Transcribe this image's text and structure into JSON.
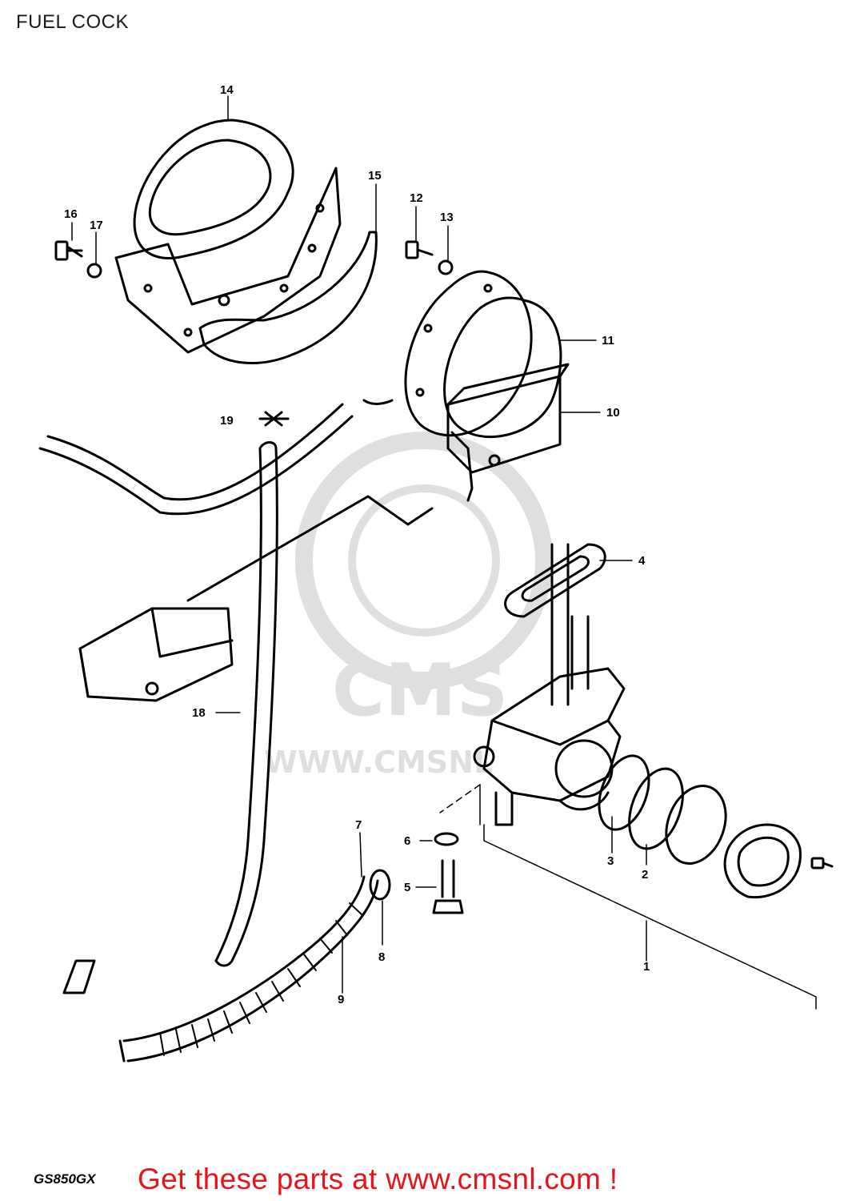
{
  "header": {
    "title": "FUEL COCK"
  },
  "callouts": [
    {
      "id": "c14",
      "label": "14"
    },
    {
      "id": "c15",
      "label": "15"
    },
    {
      "id": "c16",
      "label": "16"
    },
    {
      "id": "c17",
      "label": "17"
    },
    {
      "id": "c12",
      "label": "12"
    },
    {
      "id": "c13",
      "label": "13"
    },
    {
      "id": "c11",
      "label": "11"
    },
    {
      "id": "c10",
      "label": "10"
    },
    {
      "id": "c19",
      "label": "19"
    },
    {
      "id": "c4",
      "label": "4"
    },
    {
      "id": "c18",
      "label": "18"
    },
    {
      "id": "c7",
      "label": "7"
    },
    {
      "id": "c6",
      "label": "6"
    },
    {
      "id": "c5",
      "label": "5"
    },
    {
      "id": "c8",
      "label": "8"
    },
    {
      "id": "c9",
      "label": "9"
    },
    {
      "id": "c3",
      "label": "3"
    },
    {
      "id": "c2",
      "label": "2"
    },
    {
      "id": "c1",
      "label": "1"
    }
  ],
  "watermark": {
    "brand": "CMS",
    "url": "WWW.CMSNL"
  },
  "footer": {
    "model_code": "GS850GX",
    "promo_text": "Get these parts at www.cmsnl.com !",
    "promo_color": "#e8141a"
  }
}
